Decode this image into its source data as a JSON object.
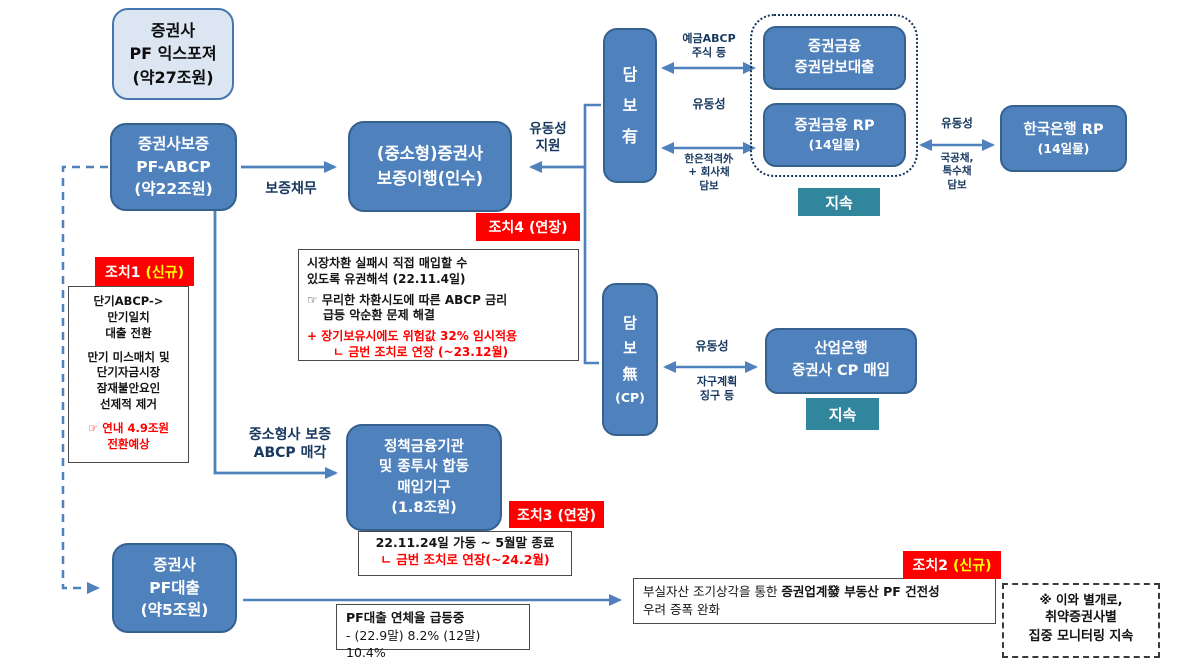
{
  "palette": {
    "box_blue": "#4f81bd",
    "box_blue_border": "#36618f",
    "light_box_fill": "#dbe6f2",
    "teal": "#31859c",
    "red": "#ff0000",
    "yellow": "#ffff00",
    "navy": "#17375e"
  },
  "nodes": {
    "exposure": {
      "l1": "증권사",
      "l2": "PF 익스포져",
      "l3": "(약27조원)"
    },
    "pf_abcp": {
      "l1": "증권사보증",
      "l2": "PF-ABCP",
      "l3": "(약22조원)"
    },
    "guarantee_exec": {
      "l1": "(중소형)증권사",
      "l2": "보증이행(인수)"
    },
    "collateral_yes": {
      "l1": "담",
      "l2": "보",
      "l3": "有"
    },
    "collateral_no": {
      "l1": "담",
      "l2": "보",
      "l3": "無",
      "l4": "(CP)"
    },
    "sec_fin_loan": {
      "l1": "증권금융",
      "l2": "증권담보대출"
    },
    "sec_fin_rp": {
      "l1": "증권금융 RP",
      "l2": "(14일물)"
    },
    "bok_rp": {
      "l1": "한국은행 RP",
      "l2": "(14일물)"
    },
    "kdb_cp": {
      "l1": "산업은행",
      "l2": "증권사 CP 매입"
    },
    "purchase_vehicle": {
      "l1": "정책금융기관",
      "l2": "및 종투사 합동",
      "l3": "매입기구",
      "l4": "(1.8조원)"
    },
    "pf_loan": {
      "l1": "증권사",
      "l2": "PF대출",
      "l3": "(약5조원)"
    }
  },
  "labels": {
    "guarantee_debt": "보증채무",
    "liquidity_support_1": "유동성",
    "liquidity_support_2": "지원",
    "deposit_abcp_1": "예금ABCP",
    "deposit_abcp_2": "주식 등",
    "liquidity_a": "유동성",
    "bok_eligible_1": "한은적격外",
    "bok_eligible_2": "+ 회사채",
    "bok_eligible_3": "담보",
    "liquidity_b": "유동성",
    "govbond_1": "국공채,",
    "govbond_2": "특수채",
    "govbond_3": "담보",
    "liquidity_c": "유동성",
    "selfrescue_1": "자구계획",
    "selfrescue_2": "징구 등",
    "small_sale_1": "중소형사 보증",
    "small_sale_2": "ABCP 매각",
    "continue_1": "지속",
    "continue_2": "지속"
  },
  "measures": {
    "m1": {
      "badge": "조치1",
      "badge_tag": "(신규)",
      "a1": "단기ABCP->",
      "a2": "만기일치",
      "a3": "대출 전환",
      "b1": "만기 미스매치 및",
      "b2": "단기자금시장",
      "b3": "잠재불안요인",
      "b4": "선제적 제거",
      "c1": "☞ 연내 4.9조원",
      "c2": "전환예상"
    },
    "m4": {
      "badge": "조치4",
      "badge_tag": "(연장)",
      "a1": "시장차환 실패시 직접 매입할 수",
      "a2": "있도록 유권해석 (22.11.4일)",
      "b1": "☞ 무리한 차환시도에 따른 ABCP 금리",
      "b2": "급등 악순환 문제 해결",
      "c1": "+ 장기보유시에도 위험값 32% 임시적용",
      "c2": "ㄴ 금번 조치로 연장 (~23.12월)"
    },
    "m3": {
      "badge": "조치3",
      "badge_tag": "(연장)",
      "a1": "22.11.24일 가동 ~ 5월말 종료",
      "c1": "ㄴ 금번 조치로 연장(~24.2월)"
    },
    "m2": {
      "badge": "조치2",
      "badge_tag": "(신규)",
      "a1": "부실자산 조기상각을 통한 ",
      "a2": "증권업계發 부동산 PF 건전성",
      "a3": "우려 증폭 완화"
    }
  },
  "notes": {
    "delinquency_1": "PF대출 연체율 급등중",
    "delinquency_2": "- (22.9말) 8.2% (12말) 10.4%",
    "monitor_1": "※ 이와 별개로,",
    "monitor_2": "취약증권사별",
    "monitor_3": "집중 모니터링 지속"
  }
}
